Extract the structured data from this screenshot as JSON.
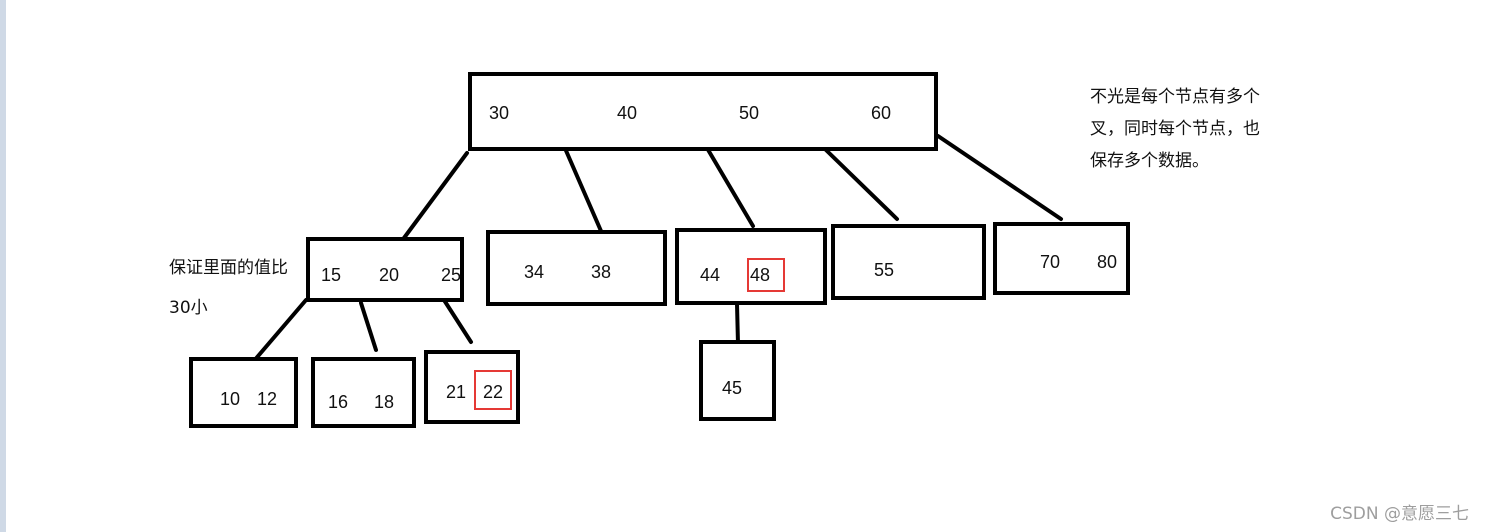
{
  "root": {
    "keys": [
      "30",
      "40",
      "50",
      "60"
    ]
  },
  "level1": [
    {
      "keys": [
        "15",
        "20",
        "25"
      ]
    },
    {
      "keys": [
        "34",
        "38"
      ]
    },
    {
      "keys": [
        "44",
        "48"
      ]
    },
    {
      "keys": [
        "55"
      ]
    },
    {
      "keys": [
        "70",
        "80"
      ]
    }
  ],
  "level2": [
    {
      "keys": [
        "10",
        "12"
      ]
    },
    {
      "keys": [
        "16",
        "18"
      ]
    },
    {
      "keys": [
        "21",
        "22"
      ]
    },
    {
      "keys": [
        "45"
      ]
    }
  ],
  "notes": {
    "right_line1": "不光是每个节点有多个",
    "right_line2": "叉，同时每个节点，也",
    "right_line3": "保存多个数据。",
    "left_line1": "保证里面的值比",
    "left_line2": "30小"
  },
  "highlight_color": "#e53935",
  "watermark": "CSDN @意愿三七"
}
